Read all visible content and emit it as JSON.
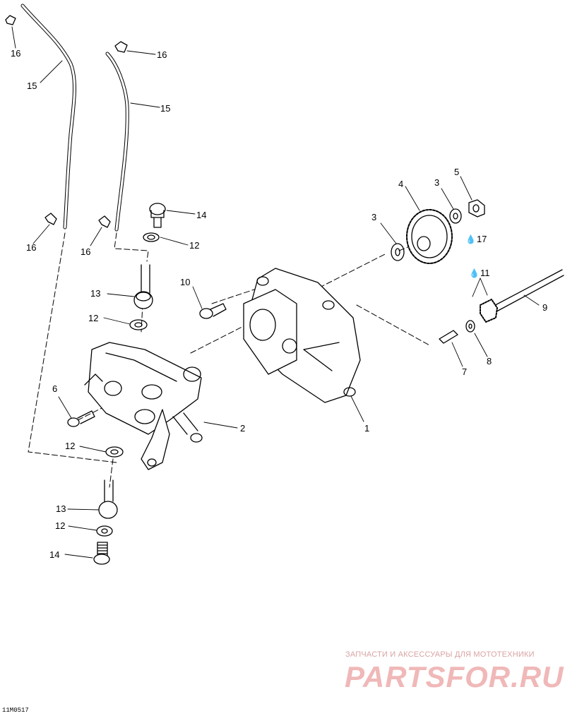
{
  "diagram_code": "11M0517",
  "watermark": {
    "small": "ЗАПЧАСТИ И АКСЕССУАРЫ ДЛЯ МОТОТЕХНИКИ",
    "big": "PARTSFOR.RU"
  },
  "callouts": {
    "c1": "1",
    "c2": "2",
    "c3a": "3",
    "c3b": "3",
    "c4": "4",
    "c5": "5",
    "c6": "6",
    "c7": "7",
    "c8": "8",
    "c9": "9",
    "c10": "10",
    "c11": "11",
    "c12a": "12",
    "c12b": "12",
    "c12c": "12",
    "c12d": "12",
    "c13a": "13",
    "c13b": "13",
    "c14a": "14",
    "c14b": "14",
    "c15a": "15",
    "c15b": "15",
    "c16a": "16",
    "c16b": "16",
    "c16c": "16",
    "c16d": "16",
    "c17": "17"
  },
  "lubricant_icon": "oil-drop-icon"
}
